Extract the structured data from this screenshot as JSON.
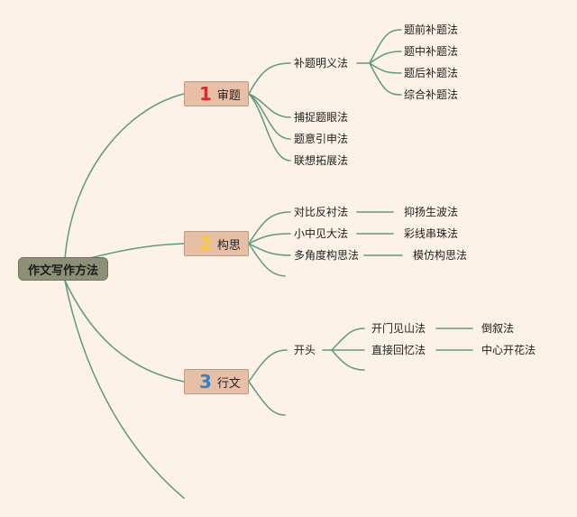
{
  "root": "作文写作方法",
  "branches": [
    {
      "number": "1",
      "label": "审题",
      "number_color": "#e0262f",
      "children": [
        {
          "label": "补题明义法",
          "children": [
            "题前补题法",
            "题中补题法",
            "题后补题法",
            "综合补题法"
          ]
        },
        {
          "label": "捕捉题眼法"
        },
        {
          "label": "题意引申法"
        },
        {
          "label": "联想拓展法"
        }
      ]
    },
    {
      "number": "2",
      "label": "构思",
      "number_color": "#f4c93a",
      "children": [
        {
          "label": "对比反衬法",
          "children": [
            "抑扬生波法"
          ]
        },
        {
          "label": "小中见大法",
          "children": [
            "彩线串珠法"
          ]
        },
        {
          "label": "多角度构思法",
          "children": [
            "模仿构思法"
          ]
        }
      ]
    },
    {
      "number": "3",
      "label": "行文",
      "number_color": "#2f83c9",
      "children": [
        {
          "label": "开头",
          "children": [
            {
              "label": "开门见山法",
              "children": [
                "倒叙法"
              ]
            },
            {
              "label": "直接回忆法",
              "children": [
                "中心开花法"
              ]
            }
          ]
        }
      ]
    }
  ],
  "colors": {
    "background": "#fbf1e6",
    "line": "#5f9a7f",
    "root_fill": "#8d8f76",
    "node_fill": "#e7bfa6"
  }
}
